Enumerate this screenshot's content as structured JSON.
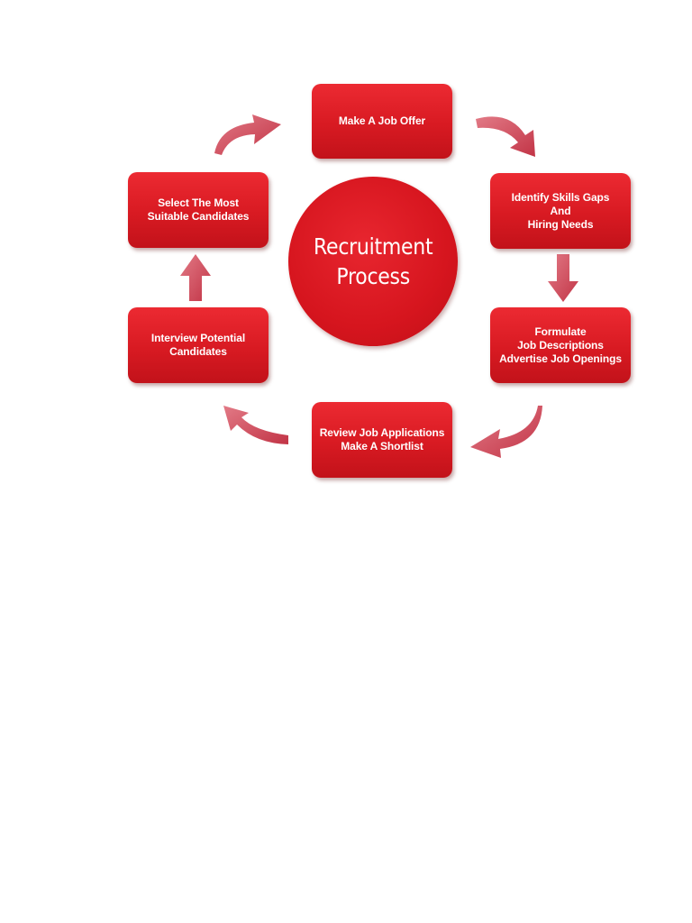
{
  "diagram": {
    "center_label": "Recruitment\nProcess",
    "steps": [
      {
        "label": "Make A Job Offer"
      },
      {
        "label": "Identify Skills Gaps\nAnd\nHiring Needs"
      },
      {
        "label": "Formulate\nJob Descriptions\nAdvertise Job Openings"
      },
      {
        "label": "Review Job Applications\nMake A Shortlist"
      },
      {
        "label": "Interview Potential\nCandidates"
      },
      {
        "label": "Select The Most\nSuitable Candidates"
      }
    ],
    "colors": {
      "box_fill": "#d81a22",
      "arrow_fill": "#d24a5a",
      "text": "#ffffff"
    }
  }
}
